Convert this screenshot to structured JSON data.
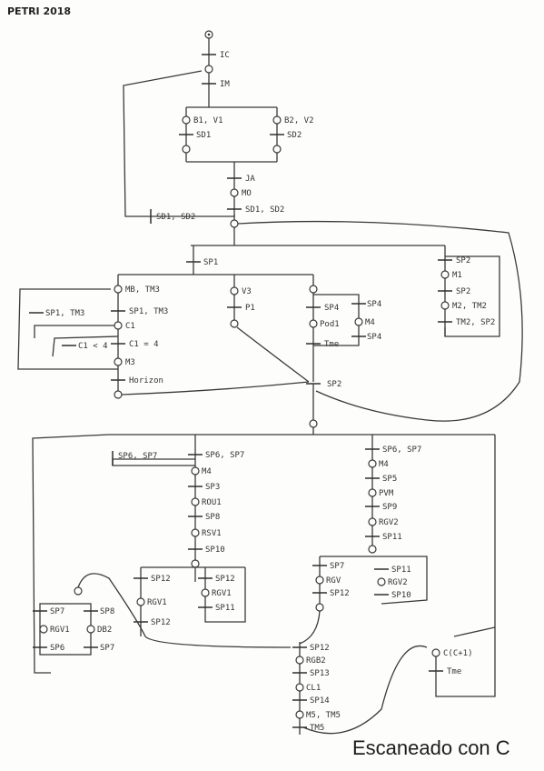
{
  "header": "PETRI 2018",
  "watermark": "Escaneado con C",
  "labels": {
    "ic": "IC",
    "im": "IM",
    "b1v1": "B1, V1",
    "sd1": "SD1",
    "b2v2": "B2, V2",
    "sd2": "SD2",
    "ja": "JA",
    "mo": "MO",
    "sd1sd2": "SD1, SD2",
    "loop1": "SD1, SD2",
    "sp1top": "SP1",
    "mbtm3": "MB, TM3",
    "sp1tm3": "SP1, TM3",
    "sp1tm3b": "SP1, TM3",
    "c1": "C1",
    "c1eq4": "C1 = 4",
    "c1lt4": "C1 < 4",
    "m3": "M3",
    "horizon": "Horizon",
    "v3": "V3",
    "p1": "P1",
    "sp4a": "SP4",
    "sp4b": "SP4",
    "pod1": "Pod1",
    "m4": "M4",
    "tme": "Tme",
    "sp4c": "SP4",
    "sp2a": "SP2",
    "m1": "M1",
    "sp2b": "SP2",
    "m2tm2": "M2, TM2",
    "tm2sp2": "TM2, SP2",
    "sp2mid": "SP2",
    "sp6sp7a": "SP6, SP7",
    "sp6sp7b": "SP6, SP7",
    "sp6sp7c": "SP6, SP7",
    "m4l": "M4",
    "sp3": "SP3",
    "rou1": "ROU1",
    "sp8": "SP8",
    "rsv1": "RSV1",
    "sp10a": "SP10",
    "m4r": "M4",
    "sp5": "SP5",
    "pvm": "PVM",
    "sp9": "SP9",
    "rgv2": "RGV2",
    "sp11a": "SP11",
    "sp12a": "SP12",
    "sp12b": "SP12",
    "rgv1a": "RGV1",
    "rgv1b": "RGV1",
    "sp11b": "SP11",
    "sp12c": "SP12",
    "sp7a": "SP7",
    "sp8b": "SP8",
    "rgv1c": "RGV1",
    "db2": "DB2",
    "sp6": "SP6",
    "sp7b": "SP7",
    "sp7c": "SP7",
    "rgv": "RGV",
    "sp12d": "SP12",
    "sp11c": "SP11",
    "rgv2b": "RGV2",
    "sp10b": "SP10",
    "sp12e": "SP12",
    "rgb2": "RGB2",
    "sp13": "SP13",
    "cl1": "CL1",
    "sp14": "SP14",
    "m5tm5": "M5, TM5",
    "tm5": "TM5",
    "cc1": "C(C+1)",
    "tme2": "Tme"
  }
}
